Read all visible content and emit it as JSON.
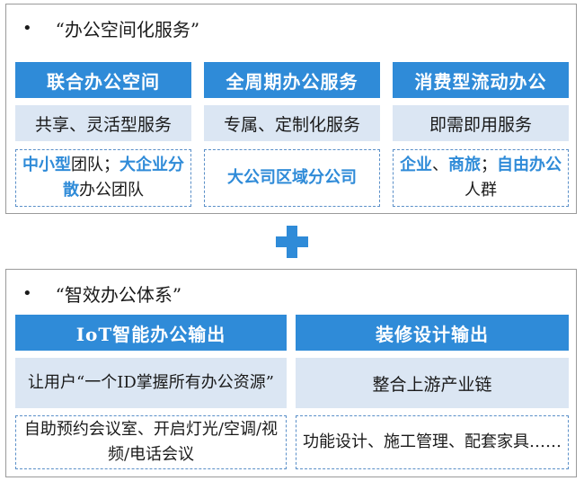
{
  "section1": {
    "bullet": "•",
    "title": "“办公空间化服务”",
    "columns": [
      {
        "header": "联合办公空间",
        "service": "共享、灵活型服务",
        "target": [
          {
            "t": "中小型",
            "b": true
          },
          {
            "t": "团队；",
            "b": false
          },
          {
            "t": "大企业分散",
            "b": true
          },
          {
            "t": "办公团队",
            "b": false
          }
        ]
      },
      {
        "header": "全周期办公服务",
        "service": "专属、定制化服务",
        "target": [
          {
            "t": "大公司区域分公司",
            "b": true
          }
        ]
      },
      {
        "header": "消费型流动办公",
        "service": "即需即用服务",
        "target": [
          {
            "t": "企业",
            "b": true
          },
          {
            "t": "、",
            "b": false
          },
          {
            "t": "商旅",
            "b": true
          },
          {
            "t": "；",
            "b": false
          },
          {
            "t": "自由办公",
            "b": true
          },
          {
            "t": "人群",
            "b": false
          }
        ]
      }
    ]
  },
  "section2": {
    "bullet": "•",
    "title": "“智效办公体系”",
    "columns": [
      {
        "header": "IoT智能办公输出",
        "service": "让用户“一个ID掌握所有办公资源”",
        "target": "自助预约会议室、开启灯光/空调/视频/电话会议"
      },
      {
        "header": "装修设计输出",
        "service": "整合上游产业链",
        "target": "功能设计、施工管理、配套家具……"
      }
    ]
  },
  "colors": {
    "accent": "#2f8bd8",
    "subfill": "#dbe6f3",
    "dash": "#5a8fc8",
    "border": "#9a9a9a"
  }
}
